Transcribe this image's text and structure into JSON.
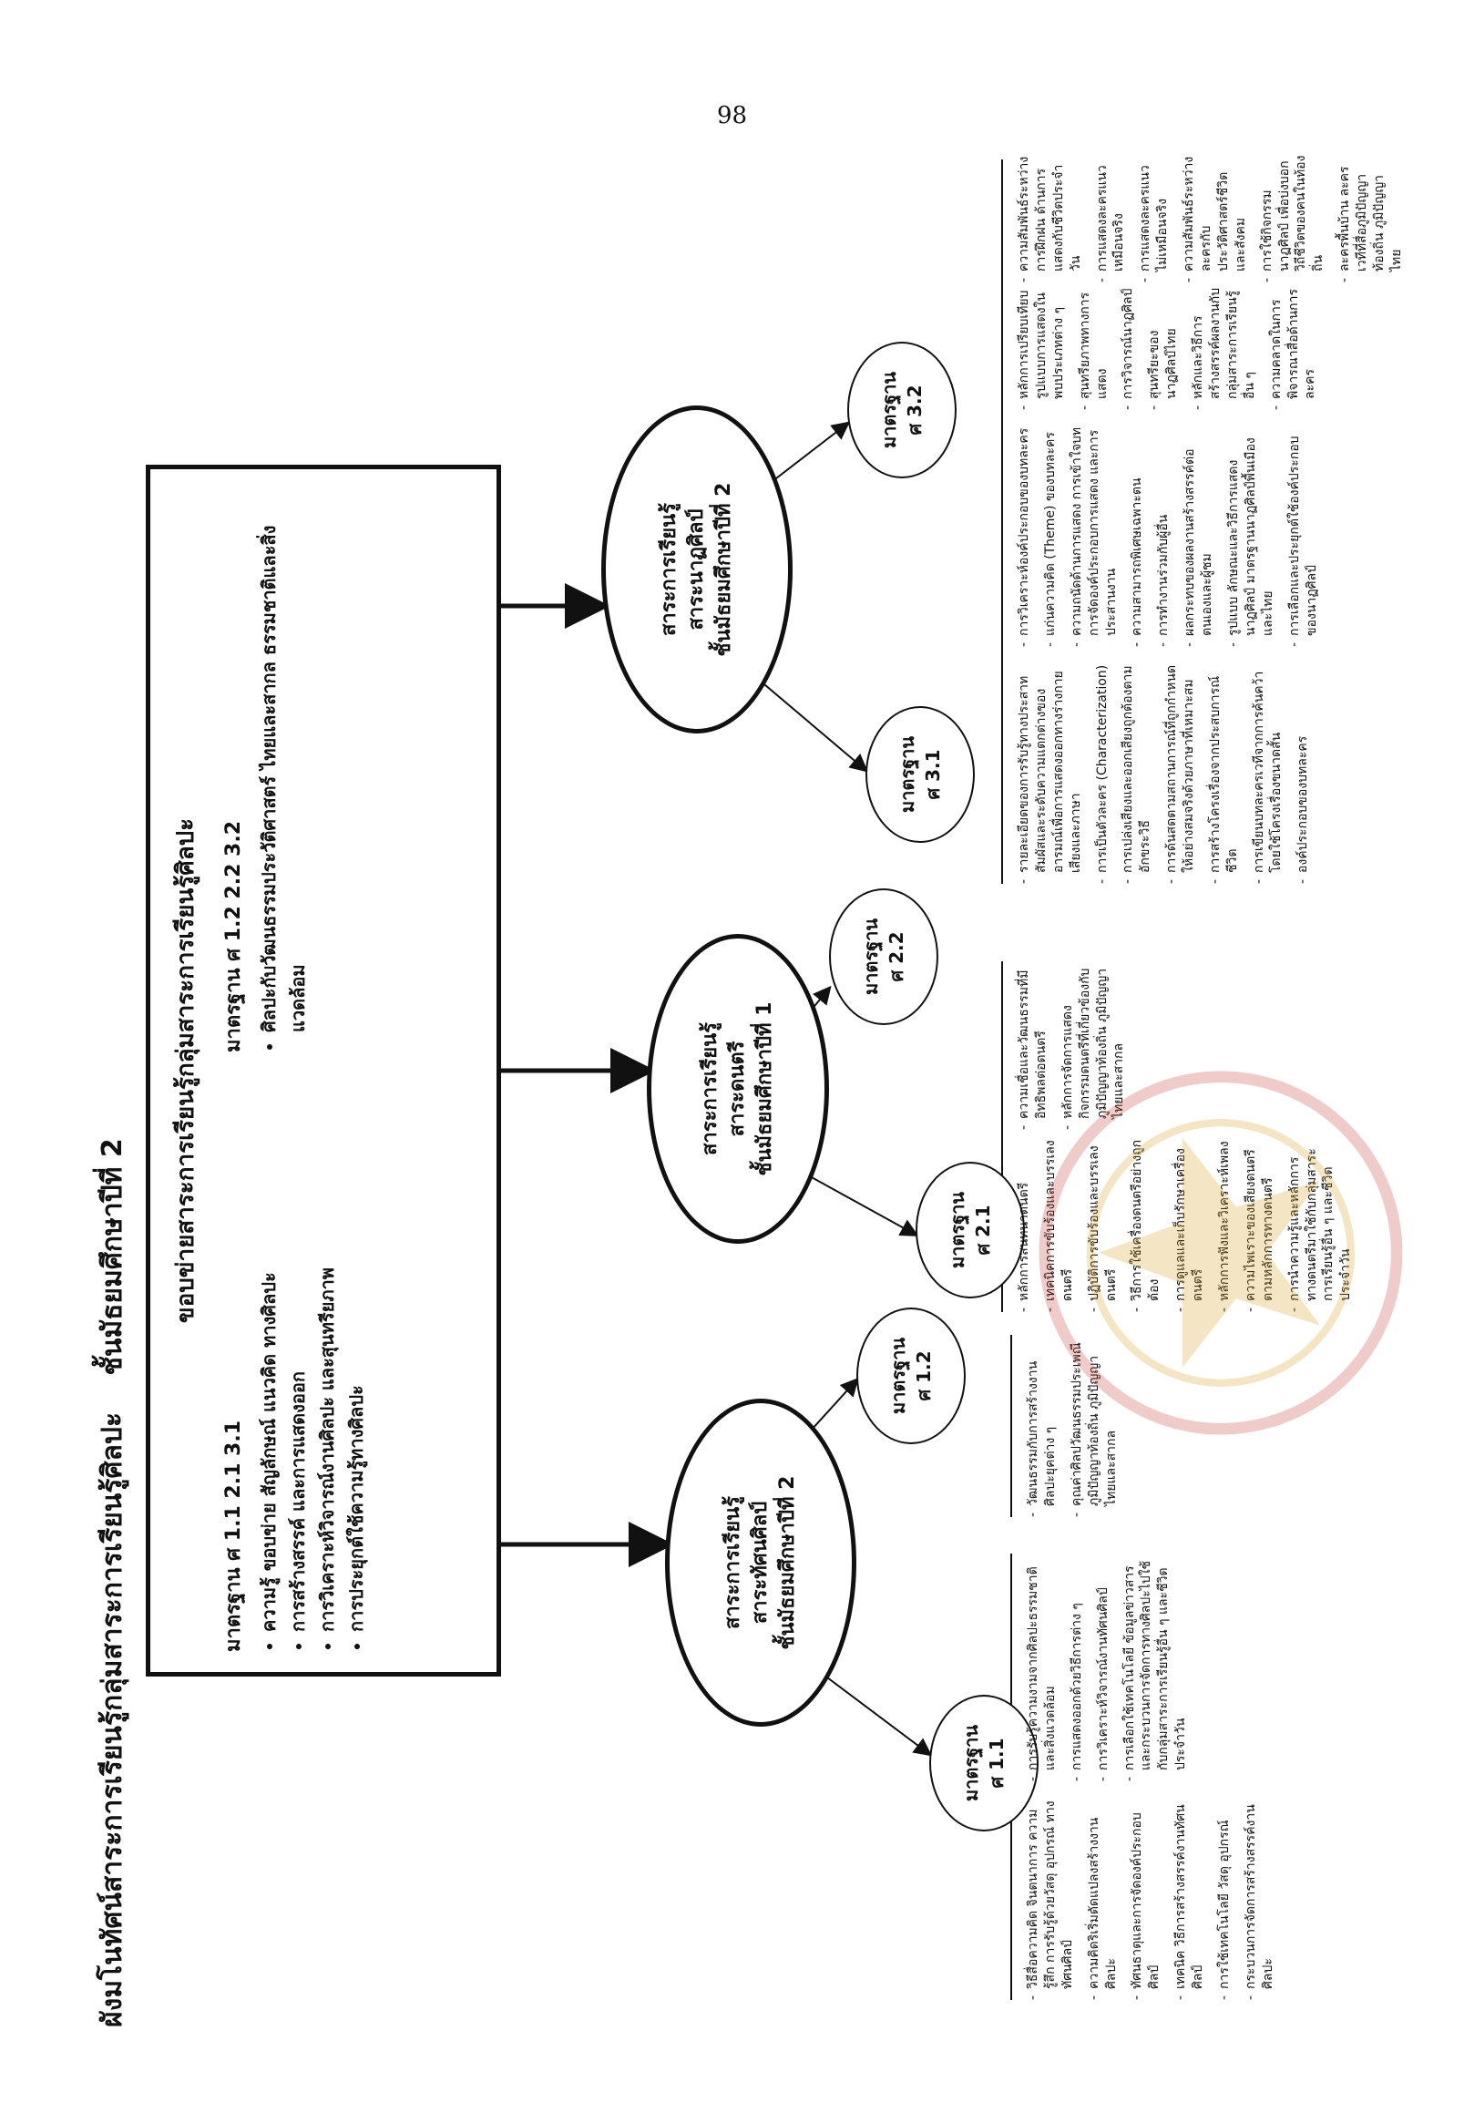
{
  "page_number": "98",
  "title": "ผังมโนทัศน์สาระการเรียนรู้กลุ่มสาระการเรียนรู้ศิลปะ",
  "subtitle": "ชั้นมัธยมศึกษาปีที่ 2",
  "main_box": {
    "heading": "ขอบข่ายสาระการเรียนรู้กลุ่มสาระการเรียนรู้ศิลปะ",
    "left_heading": "มาตรฐาน ศ 1.1 2.1 3.1",
    "left_items": [
      "ความรู้ ขอบข่าย สัญลักษณ์ แนวคิด ทางศิลปะ",
      "การสร้างสรรค์ และการแสดงออก",
      "การวิเคราะห์วิจารณ์งานศิลปะ และสุนทรียภาพ",
      "การประยุกต์ใช้ความรู้ทางศิลปะ"
    ],
    "right_heading": "มาตรฐาน ศ 1.2 2.2 3.2",
    "right_items": [
      "ศิลปะกับวัฒนธรรมประวัติศาสตร์ ไทยและสากล ธรรมชาติและสิ่งแวดล้อม"
    ]
  },
  "areas": [
    {
      "line1": "สาระการเรียนรู้",
      "line2": "สาระทัศนศิลป์",
      "line3": "ชั้นมัธยมศึกษาปีที่ 2"
    },
    {
      "line1": "สาระการเรียนรู้",
      "line2": "สาระดนตรี",
      "line3": "ชั้นมัธยมศึกษาปีที่ 1"
    },
    {
      "line1": "สาระการเรียนรู้",
      "line2": "สาระนาฏศิลป์",
      "line3": "ชั้นมัธยมศึกษาปีที่ 2"
    }
  ],
  "standards": [
    {
      "label": "มาตรฐาน",
      "code": "ศ 1.1",
      "items": [
        "วิธีสื่อความคิด จินตนาการ ความรู้สึก การรับรู้ด้วยวัสดุ อุปกรณ์ ทางทัศนศิลป์",
        "ความคิดริเริ่มดัดแปลงสร้างงานศิลปะ",
        "ทัศนธาตุและการจัดองค์ประกอบศิลป์",
        "เทคนิค วิธีการสร้างสรรค์งานทัศนศิลป์",
        "การใช้เทคโนโลยี วัสดุ อุปกรณ์",
        "กระบวนการจัดการสร้างสรรค์งานศิลปะ",
        "การรับรู้ความงามจากศิลปะธรรมชาติและสิ่งแวดล้อม",
        "การแสดงออกด้วยวิธีการต่าง ๆ",
        "การวิเคราะห์วิจารณ์งานทัศนศิลป์",
        "การเลือกใช้เทคโนโลยี ข้อมูลข่าวสารและกระบวนการจัดการทางศิลปะไปใช้กับกลุ่มสาระการเรียนรู้อื่น ๆ และชีวิตประจำวัน"
      ]
    },
    {
      "label": "มาตรฐาน",
      "code": "ศ 1.2",
      "items": [
        "วัฒนธรรมกับการสร้างงานศิลปะยุคต่าง ๆ",
        "คุณค่าศิลปวัฒนธรรมประเพณี ภูมิปัญญาท้องถิ่น ภูมิปัญญาไทยและสากล"
      ]
    },
    {
      "label": "มาตรฐาน",
      "code": "ศ 2.1",
      "items": [
        "หลักการสนทนาดนตรี",
        "เทคนิคการขับร้องและบรรเลงดนตรี",
        "ปฏิบัติการขับร้องและบรรเลงดนตรี",
        "วิธีการใช้เครื่องดนตรีอย่างถูกต้อง",
        "การดูแลและเก็บรักษาเครื่องดนตรี",
        "หลักการฟังและวิเคราะห์เพลง",
        "ความไพเราะของเสียงดนตรีตามหลักการทางดนตรี",
        "การนำความรู้และหลักการทางดนตรีมาใช้กับกลุ่มสาระการเรียนรู้อื่น ๆ และชีวิตประจำวัน"
      ]
    },
    {
      "label": "มาตรฐาน",
      "code": "ศ 2.2",
      "items": [
        "ความเชื่อและวัฒนธรรมที่มีอิทธิพลต่อดนตรี",
        "หลักการจัดการแสดงกิจกรรมดนตรีที่เกี่ยวข้องกับภูมิปัญญาท้องถิ่น ภูมิปัญญาไทยและสากล"
      ]
    },
    {
      "label": "มาตรฐาน",
      "code": "ศ 3.1",
      "items": [
        "รายละเอียดของการรับรู้ทางประสาทสัมผัสและระดับความแตกต่างของอารมณ์เพื่อการแสดงออกทางร่างกาย เสียงและภาษา",
        "การเป็นตัวละคร (Characterization)",
        "การเปล่งเสียงและออกเสียงถูกต้องตามอักขระวิธี",
        "การด้นสดตามสถานการณ์ที่ถูกกำหนดให้อย่างสมจริงด้วยภาษาที่เหมาะสม",
        "การสร้างโครงเรื่องจากประสบการณ์ชีวิต",
        "การเขียนบทละครเวทีจากการค้นคว้าโดยใช้โครงเรื่องขนาดสั้น",
        "องค์ประกอบของบทละคร",
        "การวิเคราะห์องค์ประกอบของบทละคร",
        "แก่นความคิด (Theme) ของบทละคร",
        "ความถนัดด้านการแสดง การเข้าใจบทการจัดองค์ประกอบการแสดง และการประสานงาน",
        "ความสามารถพิเศษเฉพาะตน",
        "การทำงานร่วมกับผู้อื่น",
        "ผลกระทบของผลงานสร้างสรรค์ต่อตนเองและผู้ชม",
        "รูปแบบ ลักษณะและวิธีการแสดงนาฏศิลป์ มาตรฐานนาฏศิลป์พื้นเมืองและไทย",
        "การเลือกและประยุกต์ใช้องค์ประกอบของนาฏศิลป์",
        "หลักการเปรียบเทียบรูปแบบการแสดงในพบประเภทต่าง ๆ",
        "สุนทรียภาพทางการแสดง",
        "การวิจารณ์นาฏศิลป์",
        "สุนทรียะของนาฏศิลป์ไทย",
        "หลักและวิธีการสร้างสรรค์ผลงานกับกลุ่มสาระการเรียนรู้อื่น ๆ",
        "ความคลาดในการพิจารณาสื่อด้านการละคร"
      ]
    },
    {
      "label": "มาตรฐาน",
      "code": "ศ 3.2",
      "items": [
        "ความสัมพันธ์ระหว่างการฝึกฝน ด้านการแสดงกับชีวิตประจำวัน",
        "การแสดงละครแนวเหมือนจริง",
        "การแสดงละครแนวไม่เหมือนจริง",
        "ความสัมพันธ์ระหว่างละครกับประวัติศาสตร์ชีวิตและสังคม",
        "การใช้กิจกรรมนาฏศิลป์ เพื่อบ่งบอกวิถีชีวิตของคนในท้องถิ่น",
        "ละครพื้นบ้าน ละครเวทีที่สื่อภูมิปัญญาท้องถิ่น ภูมิปัญญาไทย"
      ]
    }
  ]
}
